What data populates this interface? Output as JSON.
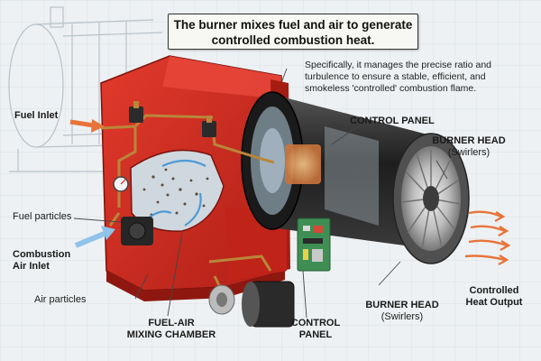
{
  "title": {
    "line1": "The burner mixes fuel and air to generate",
    "line2": "controlled combustion heat."
  },
  "description": {
    "line1": "Specifically, it manages the precise ratio and",
    "line2": "turbulence to ensure a stable, efficient, and",
    "line3": "smokeless 'controlled' combustion flame."
  },
  "labels": {
    "fuel_inlet": "Fuel Inlet",
    "fuel_particles": "Fuel particles",
    "combustion_air_inlet_1": "Combustion",
    "combustion_air_inlet_2": "Air Inlet",
    "air_particles": "Air particles",
    "mixing_chamber_1": "FUEL-AIR",
    "mixing_chamber_2": "MIXING CHAMBER",
    "control_panel_top": "CONTROL PANEL",
    "burner_head_top_1": "BURNER HEAD",
    "burner_head_top_2": "(Swirlers)",
    "burner_head_bottom_1": "BURNER HEAD",
    "burner_head_bottom_2": "(Swirlers)",
    "control_panel_bottom_1": "CONTROL",
    "control_panel_bottom_2": "PANEL",
    "heat_output_1": "Controlled",
    "heat_output_2": "Heat Output"
  },
  "colors": {
    "housing_red": "#d42a1f",
    "housing_dark_red": "#9e1a12",
    "cylinder_dark": "#2b2b2b",
    "arrow_orange": "#e8743b",
    "arrow_blue": "#8fc3ea",
    "pipe_brass": "#b8873a"
  }
}
